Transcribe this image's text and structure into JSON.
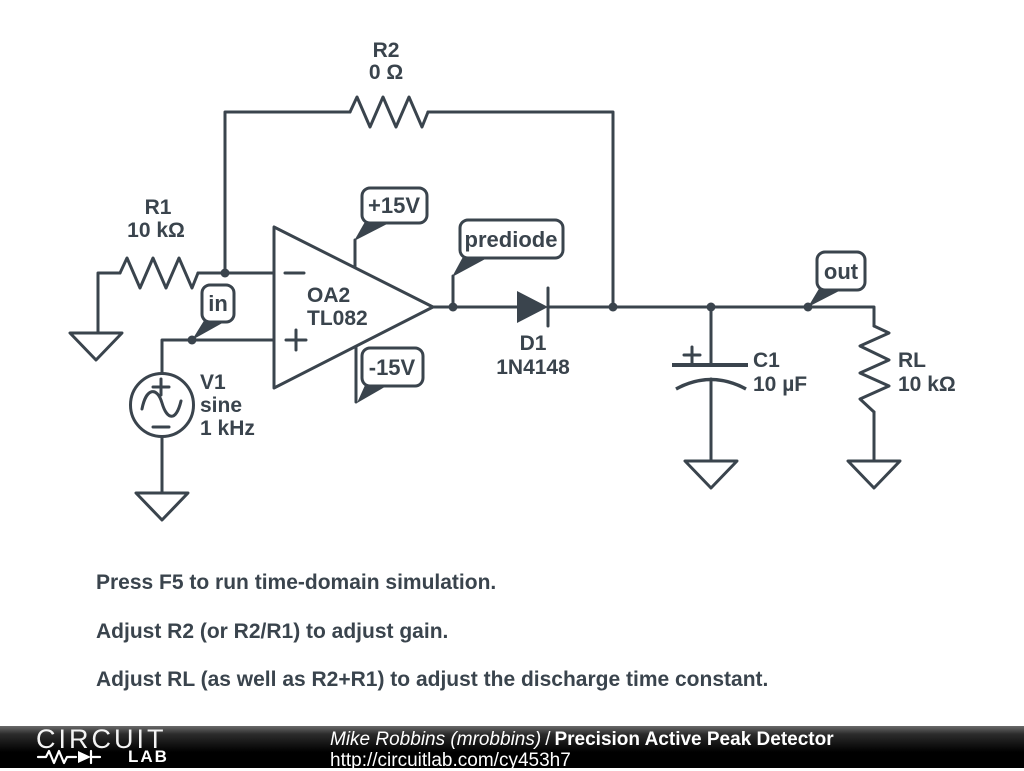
{
  "colors": {
    "schematic": "#3a444d",
    "background": "#ffffff",
    "footer_bg": "#000000",
    "footer_text": "#ffffff"
  },
  "components": {
    "r1": {
      "label": "R1",
      "value": "10 kΩ"
    },
    "r2": {
      "label": "R2",
      "value": "0 Ω"
    },
    "rl": {
      "label": "RL",
      "value": "10 kΩ"
    },
    "c1": {
      "label": "C1",
      "value": "10 µF"
    },
    "d1": {
      "label": "D1",
      "value": "1N4148"
    },
    "v1": {
      "label": "V1",
      "value": "sine",
      "freq": "1 kHz"
    },
    "opamp": {
      "label": "OA2",
      "value": "TL082"
    }
  },
  "flags": {
    "vplus": "+15V",
    "vminus": "-15V",
    "input": "in",
    "prediode": "prediode",
    "output": "out"
  },
  "notes": {
    "line1": "Press F5 to run time-domain simulation.",
    "line2": "Adjust R2 (or R2/R1) to adjust gain.",
    "line3": "Adjust RL (as well as R2+R1) to adjust the discharge time constant."
  },
  "footer": {
    "logo_word": "CIRCUIT",
    "logo_sub": "LAB",
    "author": "Mike Robbins (mrobbins)",
    "separator": "/",
    "title": "Precision Active Peak Detector",
    "url": "http://circuitlab.com/cy453h7"
  }
}
